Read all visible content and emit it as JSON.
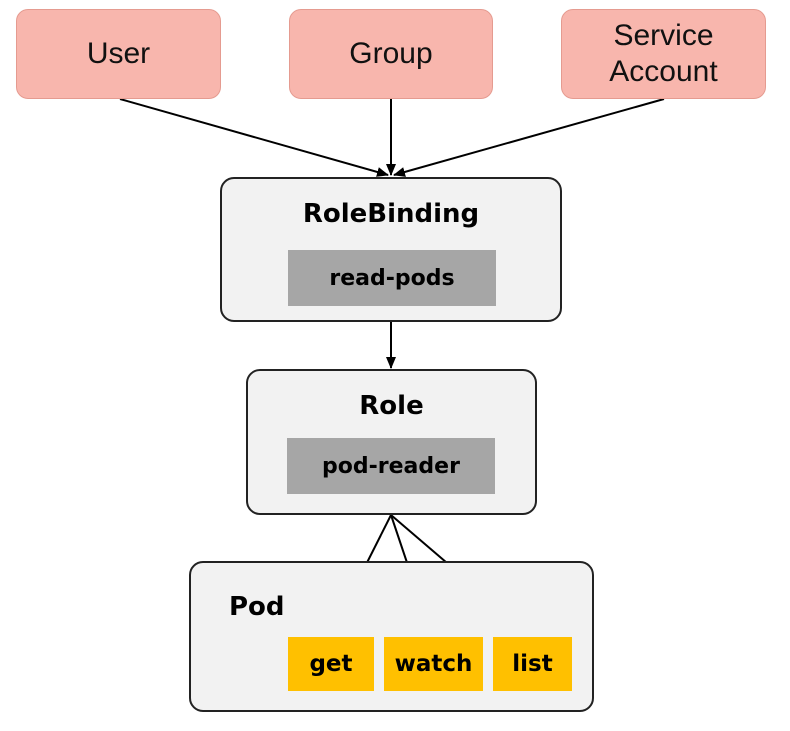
{
  "subjects": {
    "user": "User",
    "group": "Group",
    "service_account_line1": "Service",
    "service_account_line2": "Account"
  },
  "role_binding": {
    "title": "RoleBinding",
    "name": "read-pods"
  },
  "role": {
    "title": "Role",
    "name": "pod-reader"
  },
  "pod": {
    "title": "Pod",
    "verbs": [
      "get",
      "watch",
      "list"
    ]
  },
  "colors": {
    "subject_fill": "#f8b6ad",
    "subject_border": "#e59b90",
    "panel_fill": "#f2f2f2",
    "tag_fill": "#a6a6a6",
    "verb_fill": "#ffc000",
    "line": "#000000"
  }
}
